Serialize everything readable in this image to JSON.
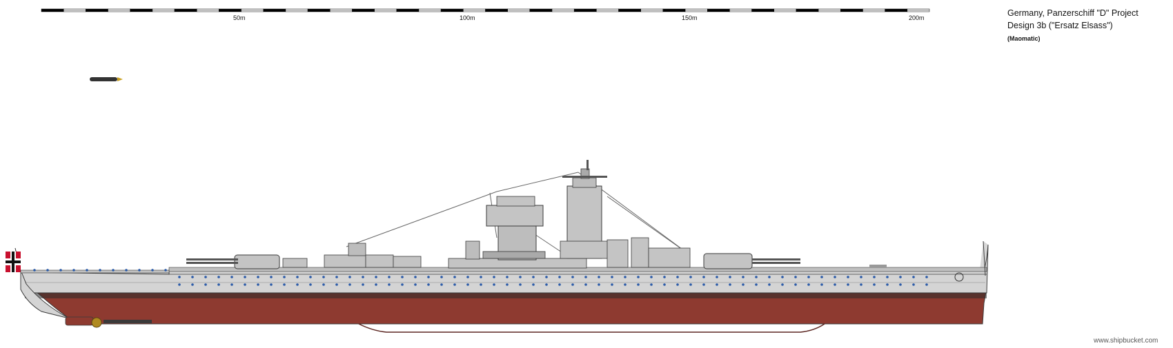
{
  "scale": {
    "labels": [
      "50m",
      "100m",
      "150m",
      "200m"
    ]
  },
  "title": {
    "line1": "Germany, Panzerschiff \"D\" Project",
    "line2": "Design 3b (\"Ersatz Elsass\")",
    "author": "(Maomatic)"
  },
  "watermark": "www.shipbucket.com",
  "colors": {
    "hull_grey": "#cfcfcf",
    "hull_red": "#8e3a30",
    "superstructure": "#bdbdbd",
    "porthole": "#2a5aa8",
    "outline": "#3a3a3a",
    "flag_red": "#c8102e"
  }
}
